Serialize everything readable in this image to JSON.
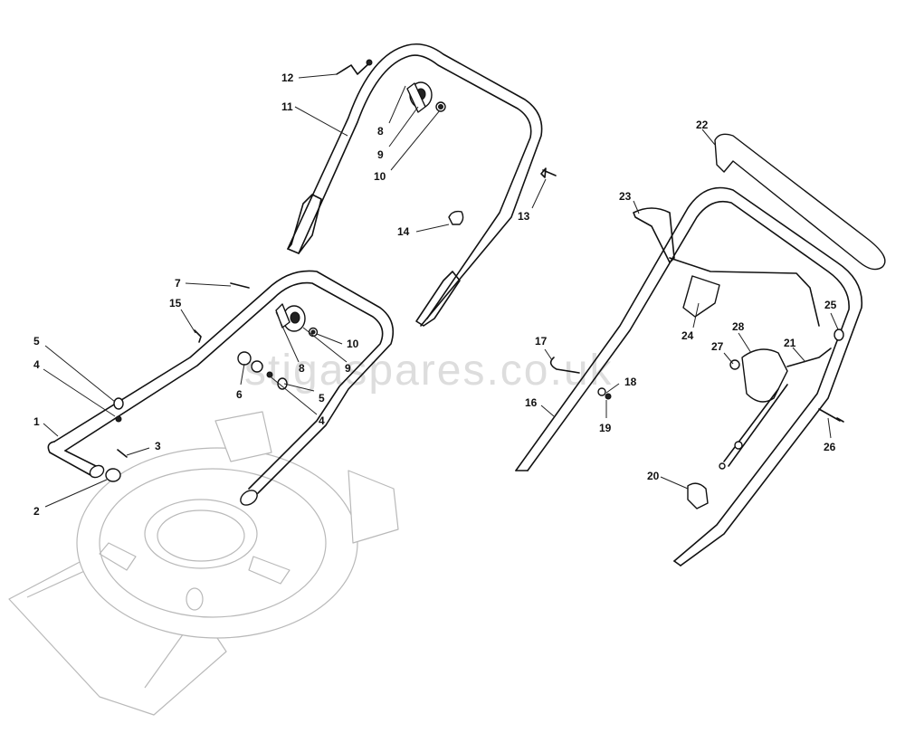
{
  "watermark": "stigaspares.co.uk",
  "callouts": {
    "c1": "1",
    "c2": "2",
    "c3": "3",
    "c4a": "4",
    "c4b": "4",
    "c5a": "5",
    "c5b": "5",
    "c6": "6",
    "c7": "7",
    "c8a": "8",
    "c8b": "8",
    "c9a": "9",
    "c9b": "9",
    "c10a": "10",
    "c10b": "10",
    "c11": "11",
    "c12": "12",
    "c13": "13",
    "c14": "14",
    "c15": "15",
    "c16": "16",
    "c17": "17",
    "c18": "18",
    "c19": "19",
    "c20": "20",
    "c21": "21",
    "c22": "22",
    "c23": "23",
    "c24": "24",
    "c25": "25",
    "c26": "26",
    "c27": "27",
    "c28": "28"
  }
}
